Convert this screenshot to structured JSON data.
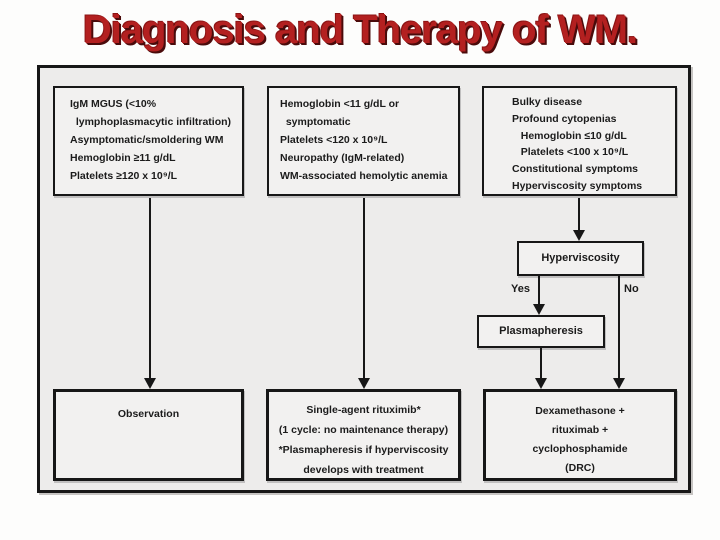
{
  "title": "Diagnosis and Therapy of WM.",
  "colors": {
    "title_red": "#b32020",
    "title_shadow": "#4a0b0b",
    "border_black": "#171717",
    "canvas_fill": "#edeceb",
    "box_fill": "#f2f1f0"
  },
  "flowchart": {
    "criteria": [
      {
        "lines": [
          "IgM MGUS (<10%",
          "  lymphoplasmacytic infiltration)",
          "Asymptomatic/smoldering WM",
          "Hemoglobin ≥11 g/dL",
          "Platelets ≥120 x 10⁹/L"
        ]
      },
      {
        "lines": [
          "Hemoglobin <11 g/dL or",
          "  symptomatic",
          "Platelets <120 x 10⁹/L",
          "Neuropathy (IgM-related)",
          "WM-associated hemolytic anemia"
        ]
      },
      {
        "lines": [
          "Bulky disease",
          "Profound cytopenias",
          "   Hemoglobin ≤10 g/dL",
          "   Platelets <100 x 10⁹/L",
          "Constitutional symptoms",
          "Hyperviscosity symptoms"
        ]
      }
    ],
    "decision": {
      "label": "Hyperviscosity",
      "yes": "Yes",
      "no": "No",
      "yes_action": "Plasmapheresis"
    },
    "outcomes": [
      {
        "lines": [
          "Observation"
        ]
      },
      {
        "lines": [
          "Single-agent rituximib*",
          "(1 cycle: no maintenance therapy)",
          "*Plasmapheresis if hyperviscosity",
          "develops with treatment"
        ]
      },
      {
        "lines": [
          "Dexamethasone +",
          "rituximab +",
          "cyclophosphamide",
          "(DRC)"
        ]
      }
    ]
  }
}
